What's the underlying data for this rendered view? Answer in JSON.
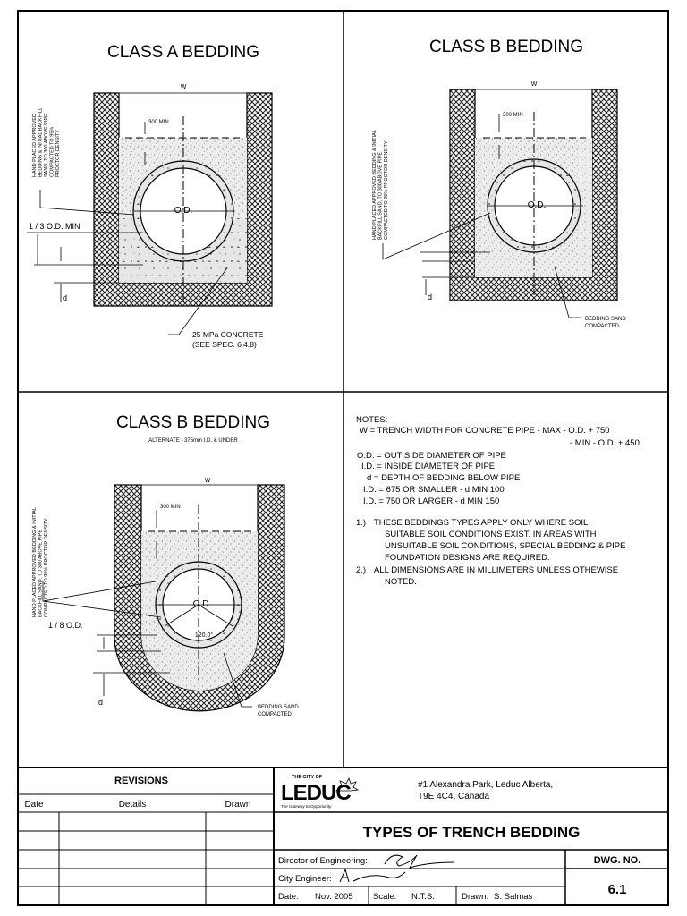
{
  "panel_a": {
    "title": "CLASS A BEDDING",
    "dim_w": "W",
    "dim_300": "300 MIN",
    "od": "O.D.",
    "side_note": [
      "HAND PLACED APPROVED",
      "BEDDING & INITIAL BACKFILL",
      "SAND, TO 300 ABOVE PIPE",
      "COMPACTED TO 95%",
      "PROCTOR DENSITY"
    ],
    "third_od": "1 / 3 O.D.  MIN",
    "d": "d",
    "concrete_1": "25 MPa CONCRETE",
    "concrete_2": "(SEE SPEC. 6.4.8)"
  },
  "panel_b": {
    "title": "CLASS B BEDDING",
    "dim_w": "W",
    "dim_300": "300 MIN",
    "od": "O.D.",
    "side_note": [
      "HAND PLACED APPROVED BEDDING & INITIAL",
      "BACKFILL SAND, TO 300 ABOVE PIPE",
      "COMPACTED TO 95% PROCTOR DENSITY"
    ],
    "d": "d",
    "sand_1": "BEDDING SAND",
    "sand_2": "COMPACTED"
  },
  "panel_c": {
    "title": "CLASS B BEDDING",
    "subtitle": "ALTERNATE - 375mm I.D. & UNDER",
    "dim_w": "W",
    "dim_300": "300 MIN",
    "od": "O.D.",
    "angle": "120.0°",
    "eighth_od": "1 / 8 O.D.",
    "side_note": [
      "HAND PLACED APPROVED BEDDING & INITIAL",
      "BACKFILL SAND, TO 300 ABOVE PIPE",
      "COMPACTED TO 95% PROCTOR DENSITY"
    ],
    "d": "d",
    "sand_1": "BEDDING SAND",
    "sand_2": "COMPACTED"
  },
  "notes": {
    "heading": "NOTES:",
    "w_line": "W = TRENCH WIDTH FOR CONCRETE PIPE  - MAX - O.D. + 750",
    "w_line2": "- MIN - O.D. + 450",
    "defs": [
      "O.D. = OUT SIDE DIAMETER OF PIPE",
      "I.D.  = INSIDE DIAMETER OF PIPE",
      "d   = DEPTH OF BEDDING BELOW PIPE",
      "I.D. = 675 OR SMALLER - d MIN 100",
      "I.D. = 750 OR LARGER - d MIN 150"
    ],
    "n1_num": "1.)",
    "n1_lines": [
      "THESE BEDDINGS TYPES APPLY ONLY WHERE SOIL",
      "SUITABLE SOIL CONDITIONS EXIST. IN AREAS WITH",
      "UNSUITABLE SOIL CONDITIONS, SPECIAL BEDDING & PIPE",
      "FOUNDATION DESIGNS ARE REQUIRED."
    ],
    "n2_num": "2.)",
    "n2_lines": [
      "ALL DIMENSIONS ARE IN MILLIMETERS UNLESS OTHEWISE",
      "NOTED."
    ]
  },
  "revisions": {
    "heading": "REVISIONS",
    "col_date": "Date",
    "col_details": "Details",
    "col_drawn": "Drawn"
  },
  "logo": {
    "the_city_of": "THE CITY OF",
    "name": "LEDUC",
    "tagline": "The Gateway to Opportunity"
  },
  "title_block": {
    "address_1": "#1 Alexandra Park, Leduc Alberta,",
    "address_2": "T9E 4C4, Canada",
    "title": "TYPES OF TRENCH BEDDING",
    "director_label": "Director of Engineering:",
    "city_engineer_label": "City Engineer:",
    "date_label": "Date:",
    "date_value": "Nov. 2005",
    "scale_label": "Scale:",
    "scale_value": "N.T.S.",
    "drawn_label": "Drawn:",
    "drawn_value": "S. Salmas",
    "dwg_label": "DWG. NO.",
    "dwg_value": "6.1"
  }
}
